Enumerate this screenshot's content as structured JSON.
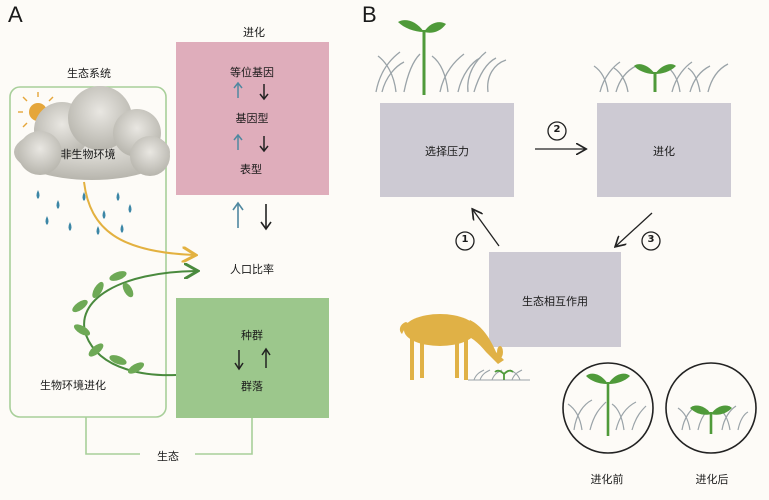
{
  "panel_a": {
    "letter": "A",
    "ecosystem_label": "生态系统",
    "abiotic_env": "非生物环境",
    "evolution_title": "进化",
    "allele": "等位基因",
    "genotype": "基因型",
    "phenotype": "表型",
    "population_ratio": "人口比率",
    "population": "种群",
    "community": "群落",
    "biotic_env_evolution": "生物环境进化",
    "ecology": "生态",
    "colors": {
      "evolution_box": "#dfadbb",
      "population_box": "#9cc78c",
      "ecosystem_border": "#a8cf9a",
      "arrow_yellow": "#e3b140",
      "arrow_green": "#4a8a3e",
      "up_arrow": "#4f88a0",
      "rain": "#3b86a6"
    }
  },
  "panel_b": {
    "letter": "B",
    "selection_pressure": "选择压力",
    "evolution": "进化",
    "eco_interaction": "生态相互作用",
    "step1": "1",
    "step2": "2",
    "step3": "3",
    "before_evolution": "进化前",
    "after_evolution": "进化后",
    "colors": {
      "box_fill": "#cdcad3",
      "deer": "#e0b146",
      "seedling": "#4f9a3a"
    }
  }
}
